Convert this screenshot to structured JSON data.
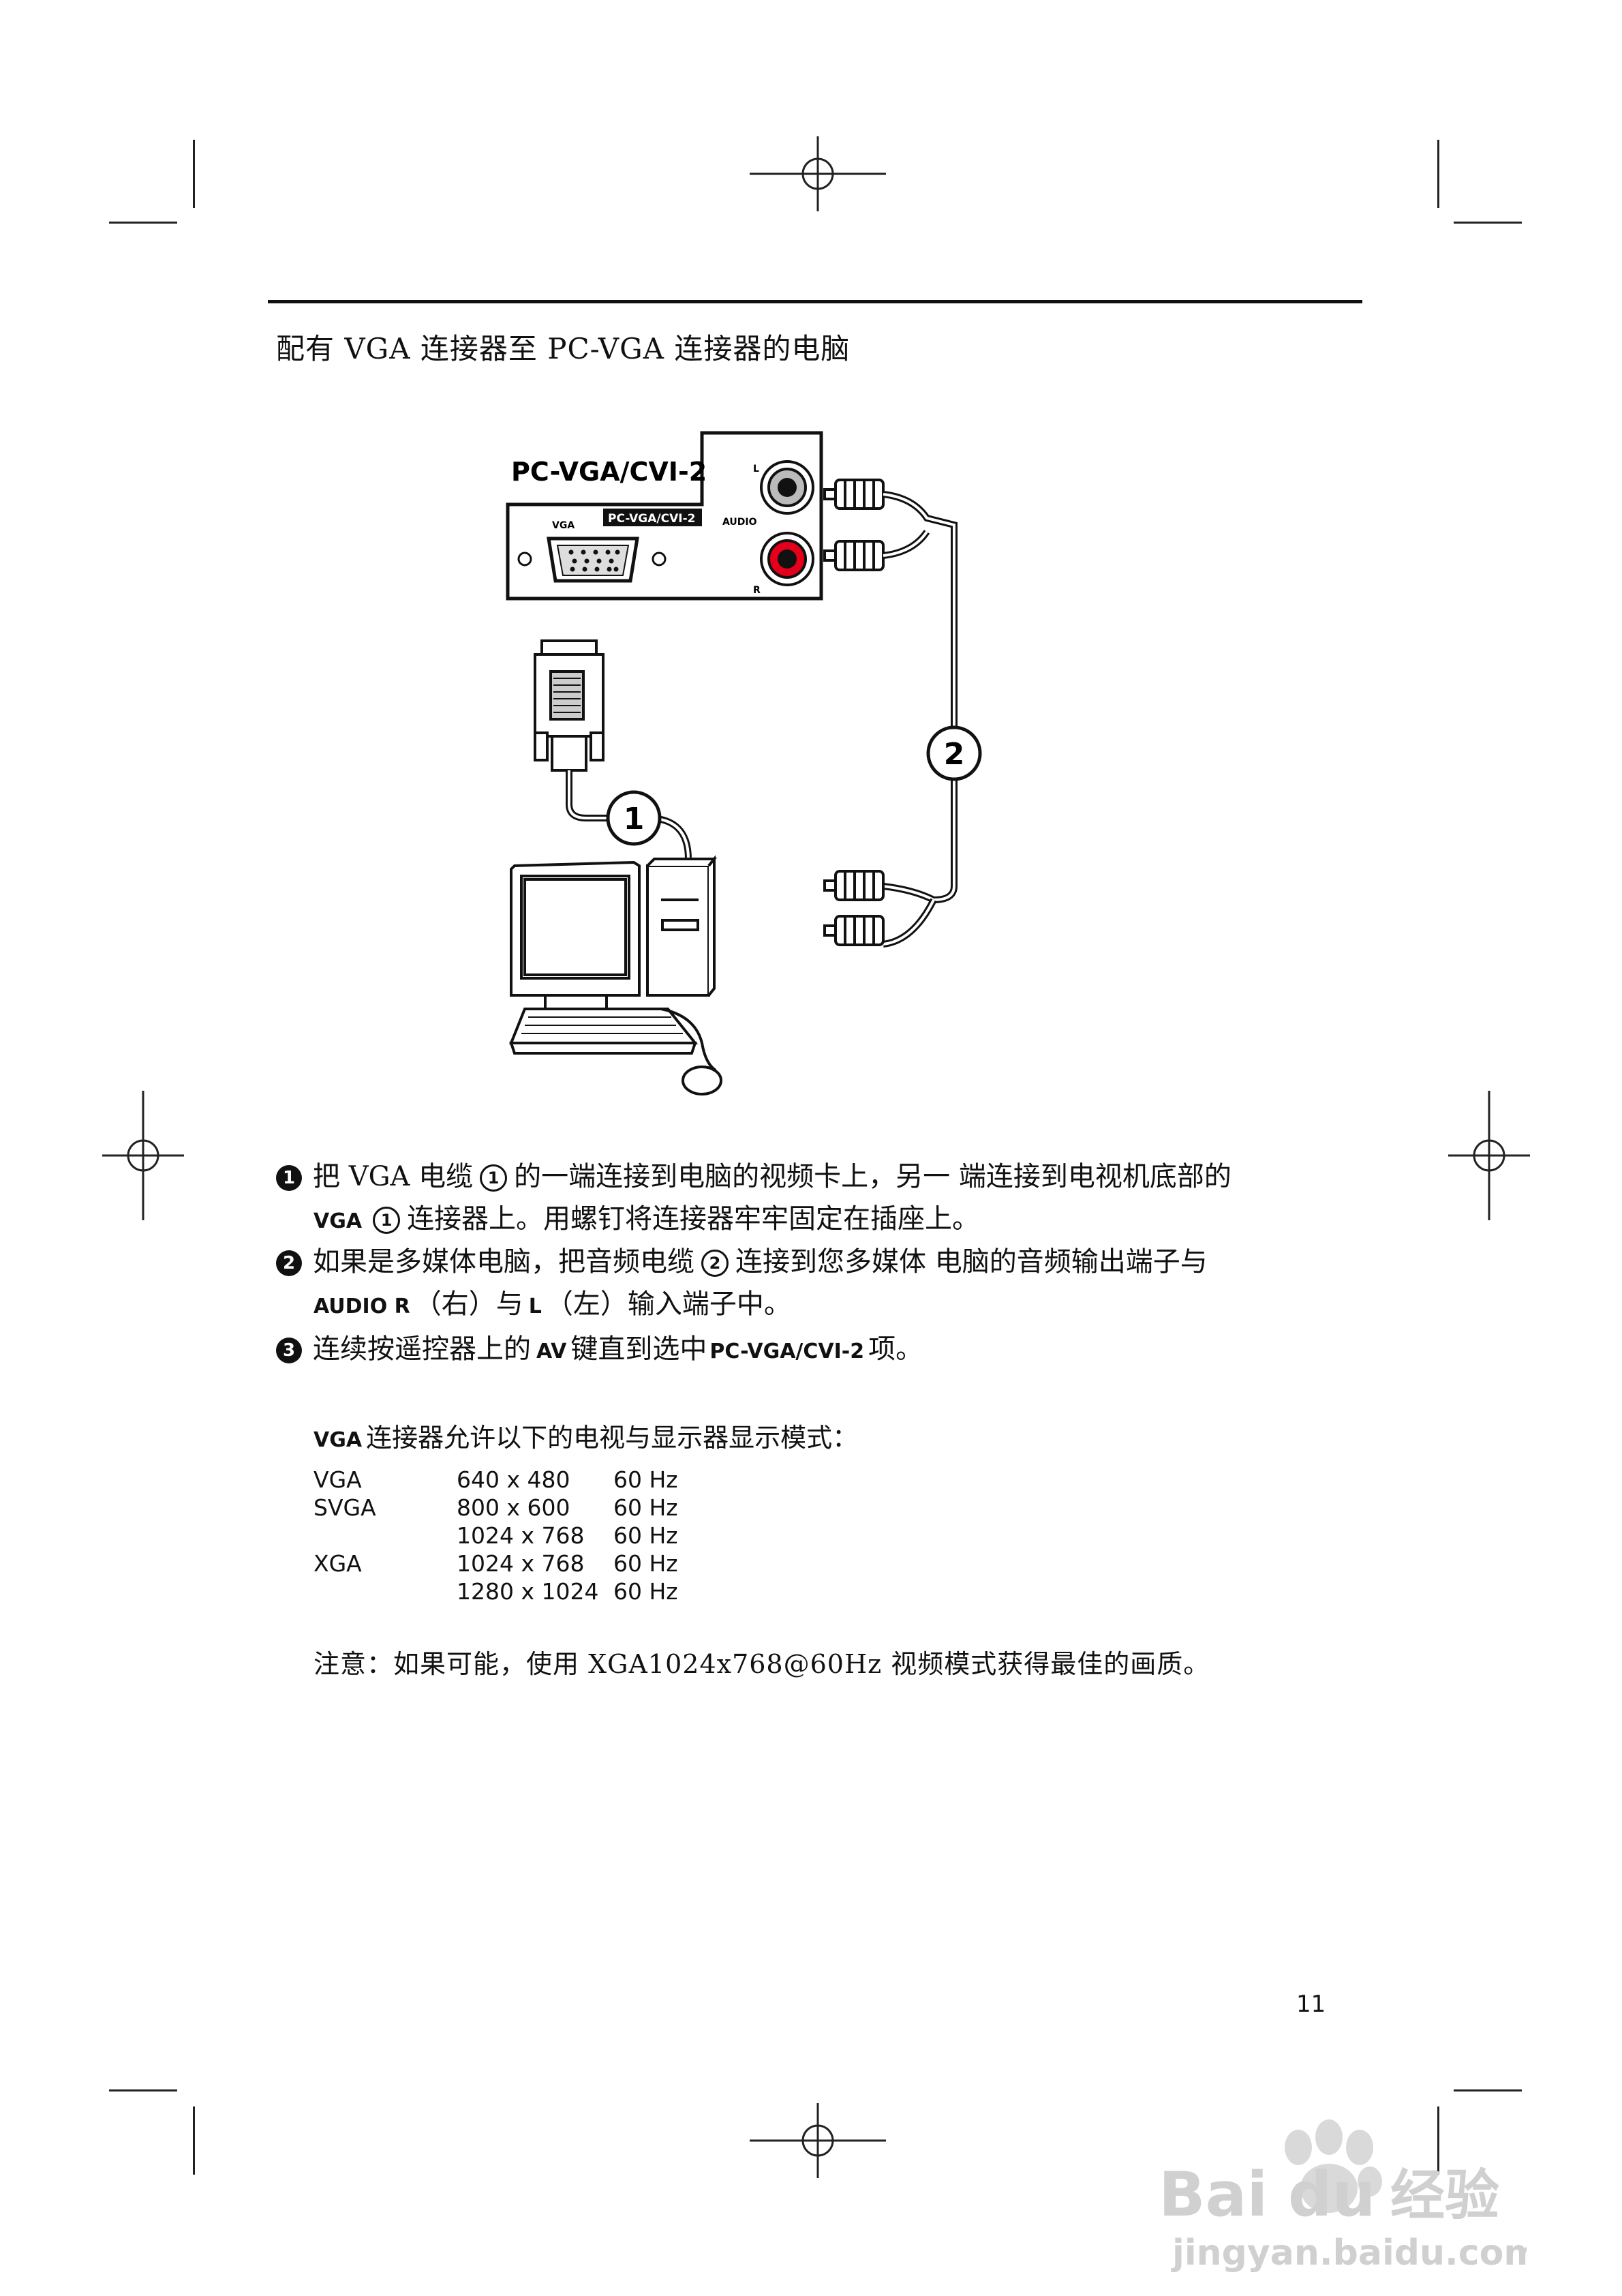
{
  "page_title": "配有 VGA 连接器至 PC-VGA 连接器的电脑",
  "diagram": {
    "panel_title": "PC-VGA/CVI-2",
    "panel_badge": "PC-VGA/CVI-2",
    "vga_label": "VGA",
    "audio_label": "AUDIO",
    "left_label": "L",
    "right_label": "R",
    "cable_1": "1",
    "cable_2": "2"
  },
  "instructions": [
    {
      "num": "1",
      "line1_a": "把 VGA 电缆",
      "ref": "1",
      "line1_b": "的一端连接到电脑的视频卡上，另一 端连接到电视机底部的",
      "line2_bold": "VGA",
      "line2_ref": "1",
      "line2_text": "连接器上。用螺钉将连接器牢牢固定在插座上。"
    },
    {
      "num": "2",
      "line1_a": "如果是多媒体电脑，把音频电缆",
      "ref": "2",
      "line1_b": "连接到您多媒体 电脑的音频输出端子与",
      "line2_bold": "AUDIO R",
      "line2_text_a": "（右）与",
      "line2_bold2": "L",
      "line2_text_b": "（左）输入端子中。"
    },
    {
      "num": "3",
      "line1_a": "连续按遥控器上的",
      "bold_a": "AV",
      "line1_b": "键直到选中",
      "bold_b": "PC-VGA/CVI-2",
      "line1_c": "项。"
    }
  ],
  "modes_intro": {
    "bold": "VGA",
    "text": "连接器允许以下的电视与显示器显示模式："
  },
  "modes": [
    {
      "name": "VGA",
      "res": "640 x 480",
      "freq": "60 Hz"
    },
    {
      "name": "SVGA",
      "res": "800 x 600",
      "freq": "60 Hz"
    },
    {
      "name": "",
      "res": "1024 x 768",
      "freq": "60 Hz"
    },
    {
      "name": "XGA",
      "res": "1024 x 768",
      "freq": "60 Hz"
    },
    {
      "name": "",
      "res": "1280 x 1024",
      "freq": "60 Hz"
    }
  ],
  "note": "注意：如果可能，使用 XGA1024x768@60Hz 视频模式获得最佳的画质。",
  "page_number": "11",
  "watermark": {
    "brand": "Bai",
    "brand2": "du",
    "suffix": "经验",
    "url": "jingyan.baidu.com"
  }
}
